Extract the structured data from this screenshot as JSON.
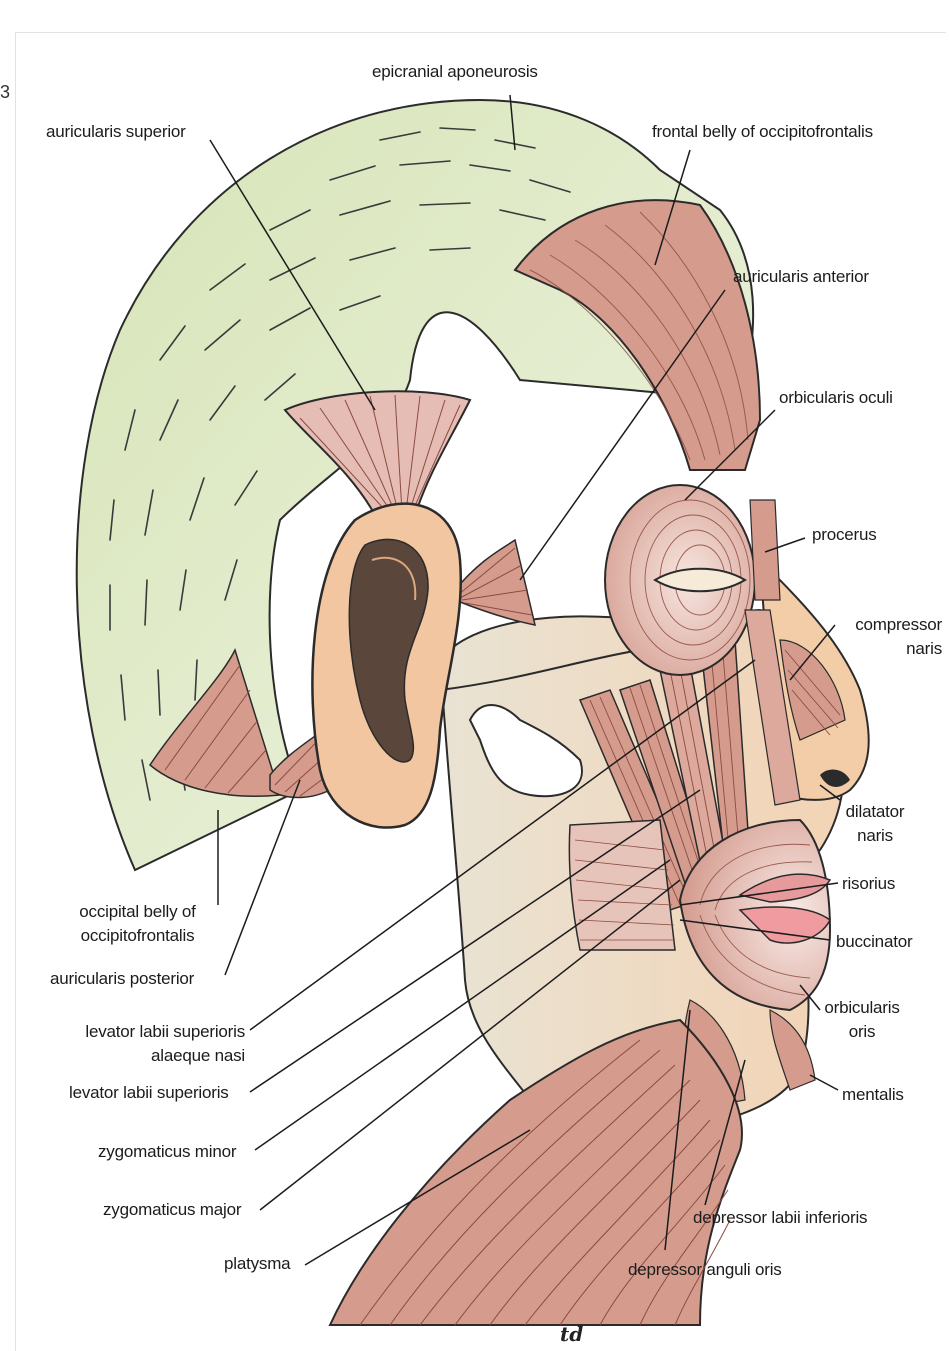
{
  "colors": {
    "aponeurosis": "#dfe9c6",
    "muscle": "#d59c8e",
    "skin": "#f2cda8",
    "bone": "#ede6d6",
    "lips": "#e79a9c",
    "ink": "#2b2b2b"
  },
  "labels": {
    "epicranial_aponeurosis": "epicranial aponeurosis",
    "auricularis_superior": "auricularis superior",
    "frontal_belly": "frontal belly of occipitofrontalis",
    "auricularis_anterior": "auricularis anterior",
    "orbicularis_oculi": "orbicularis oculi",
    "procerus": "procerus",
    "compressor_naris_1": "compressor",
    "compressor_naris_2": "naris",
    "dilatator_naris_1": "dilatator",
    "dilatator_naris_2": "naris",
    "risorius": "risorius",
    "buccinator": "buccinator",
    "orbicularis_oris_1": "orbicularis",
    "orbicularis_oris_2": "oris",
    "mentalis": "mentalis",
    "depressor_labii": "depressor labii inferioris",
    "depressor_anguli": "depressor anguli oris",
    "platysma": "platysma",
    "zygomaticus_major": "zygomaticus major",
    "zygomaticus_minor": "zygomaticus minor",
    "levator_labii": "levator labii superioris",
    "levator_alaeque_1": "levator labii superioris",
    "levator_alaeque_2": "alaeque nasi",
    "auricularis_posterior": "auricularis posterior",
    "occipital_belly_1": "occipital belly of",
    "occipital_belly_2": "occipitofrontalis"
  },
  "signature": "td",
  "edge_mark": "3"
}
